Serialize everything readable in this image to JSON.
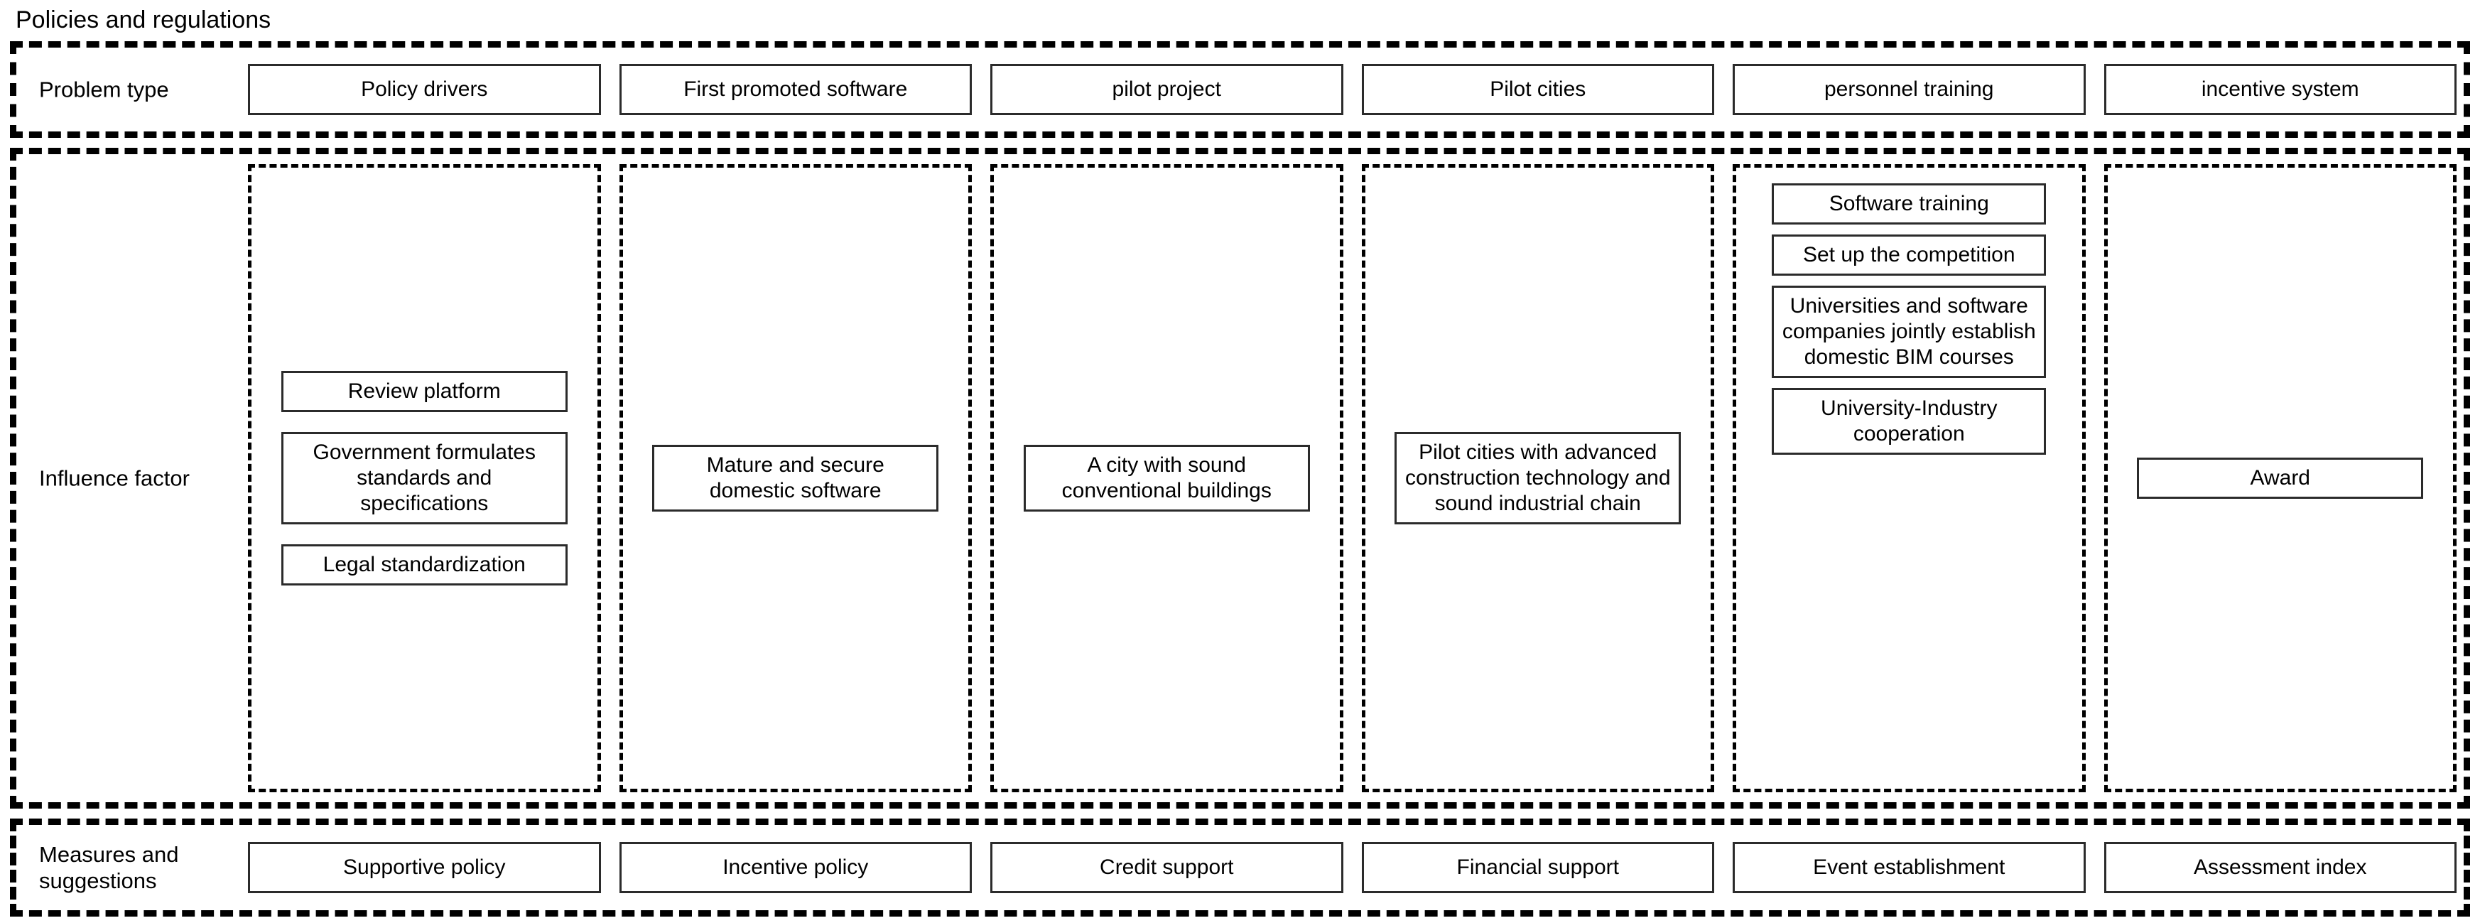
{
  "figure": {
    "title": "Policies and regulations"
  },
  "rows": [
    {
      "id": "problem-type",
      "label": "Problem type"
    },
    {
      "id": "influence-factor",
      "label": "Influence factor"
    },
    {
      "id": "measures-suggestions",
      "label": "Measures and\nsuggestions"
    }
  ],
  "problem_type": {
    "label": "Problem type",
    "items": [
      "Policy drivers",
      "First promoted software",
      "pilot project",
      "Pilot cities",
      "personnel training",
      "incentive system"
    ]
  },
  "influence_factor": {
    "label": "Influence factor",
    "columns": [
      {
        "column": "Policy drivers",
        "items": [
          "Review platform",
          "Government formulates standards and specifications",
          "Legal standardization"
        ]
      },
      {
        "column": "First promoted software",
        "items": [
          "Mature and secure domestic software"
        ]
      },
      {
        "column": "pilot project",
        "items": [
          "A city with sound conventional buildings"
        ]
      },
      {
        "column": "Pilot cities",
        "items": [
          "Pilot cities with advanced construction technology and sound industrial chain"
        ]
      },
      {
        "column": "personnel training",
        "items": [
          "Software training",
          "Set up the competition",
          "Universities and software companies jointly establish domestic BIM courses",
          "University-Industry cooperation"
        ]
      },
      {
        "column": "incentive system",
        "items": [
          "Award"
        ]
      }
    ]
  },
  "measures_and_suggestions": {
    "label": "Measures and suggestions",
    "label_line1": "Measures and",
    "label_line2": "suggestions",
    "items": [
      "Supportive policy",
      "Incentive policy",
      "Credit support",
      "Financial support",
      "Event establishment",
      "Assessment index"
    ]
  },
  "colors": {
    "background": "#ffffff",
    "text": "#000000",
    "box_border": "#2b2b2b",
    "frame_border": "#000000"
  }
}
